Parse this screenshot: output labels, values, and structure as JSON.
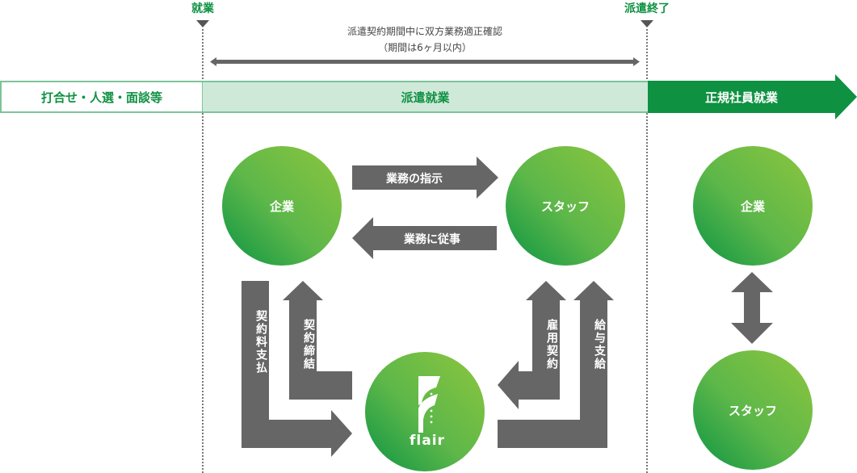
{
  "timeline": {
    "start_marker": "就業",
    "end_marker": "派遣終了",
    "note_line1": "派遣契約期間中に双方業務適正確認",
    "note_line2": "（期間は6ヶ月以内）"
  },
  "phases": [
    {
      "label": "打合せ・人選・面談等"
    },
    {
      "label": "派遣就業"
    },
    {
      "label": "正規社員就業"
    }
  ],
  "dispatch_phase": {
    "company": "企業",
    "staff": "スタッフ",
    "agency_logo": "flair",
    "flows": {
      "instruction": "業務の指示",
      "engagement": "業務に従事",
      "fee_payment": "契約料支払",
      "contract_signing": "契約締結",
      "employment_contract": "雇用契約",
      "salary_payment": "給与支給"
    }
  },
  "regular_phase": {
    "company": "企業",
    "staff": "スタッフ"
  },
  "colors": {
    "brand_green": "#0f9142",
    "light_green": "#cfe9d9",
    "border_green": "#7cc49a",
    "arrow_gray": "#666666"
  }
}
